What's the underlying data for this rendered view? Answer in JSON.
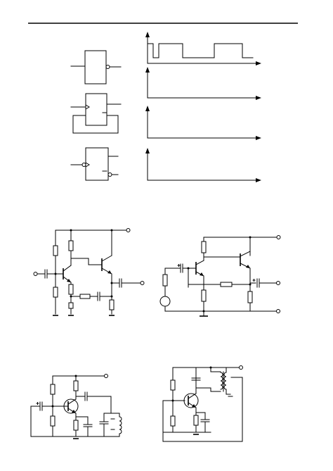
{
  "diagram": {
    "logic_gates": [
      {
        "kind": "inverter"
      },
      {
        "kind": "d-flip-flop",
        "feedback": "q-bar to d"
      },
      {
        "kind": "jk-flip-flop"
      }
    ],
    "waveforms": {
      "input": "square-wave",
      "empty_axes_for_answers": 3
    },
    "circuits": [
      {
        "kind": "two-stage transistor amplifier"
      },
      {
        "kind": "differential-style transistor amplifier"
      },
      {
        "kind": "LC oscillator"
      },
      {
        "kind": "transformer-feedback oscillator"
      }
    ]
  }
}
